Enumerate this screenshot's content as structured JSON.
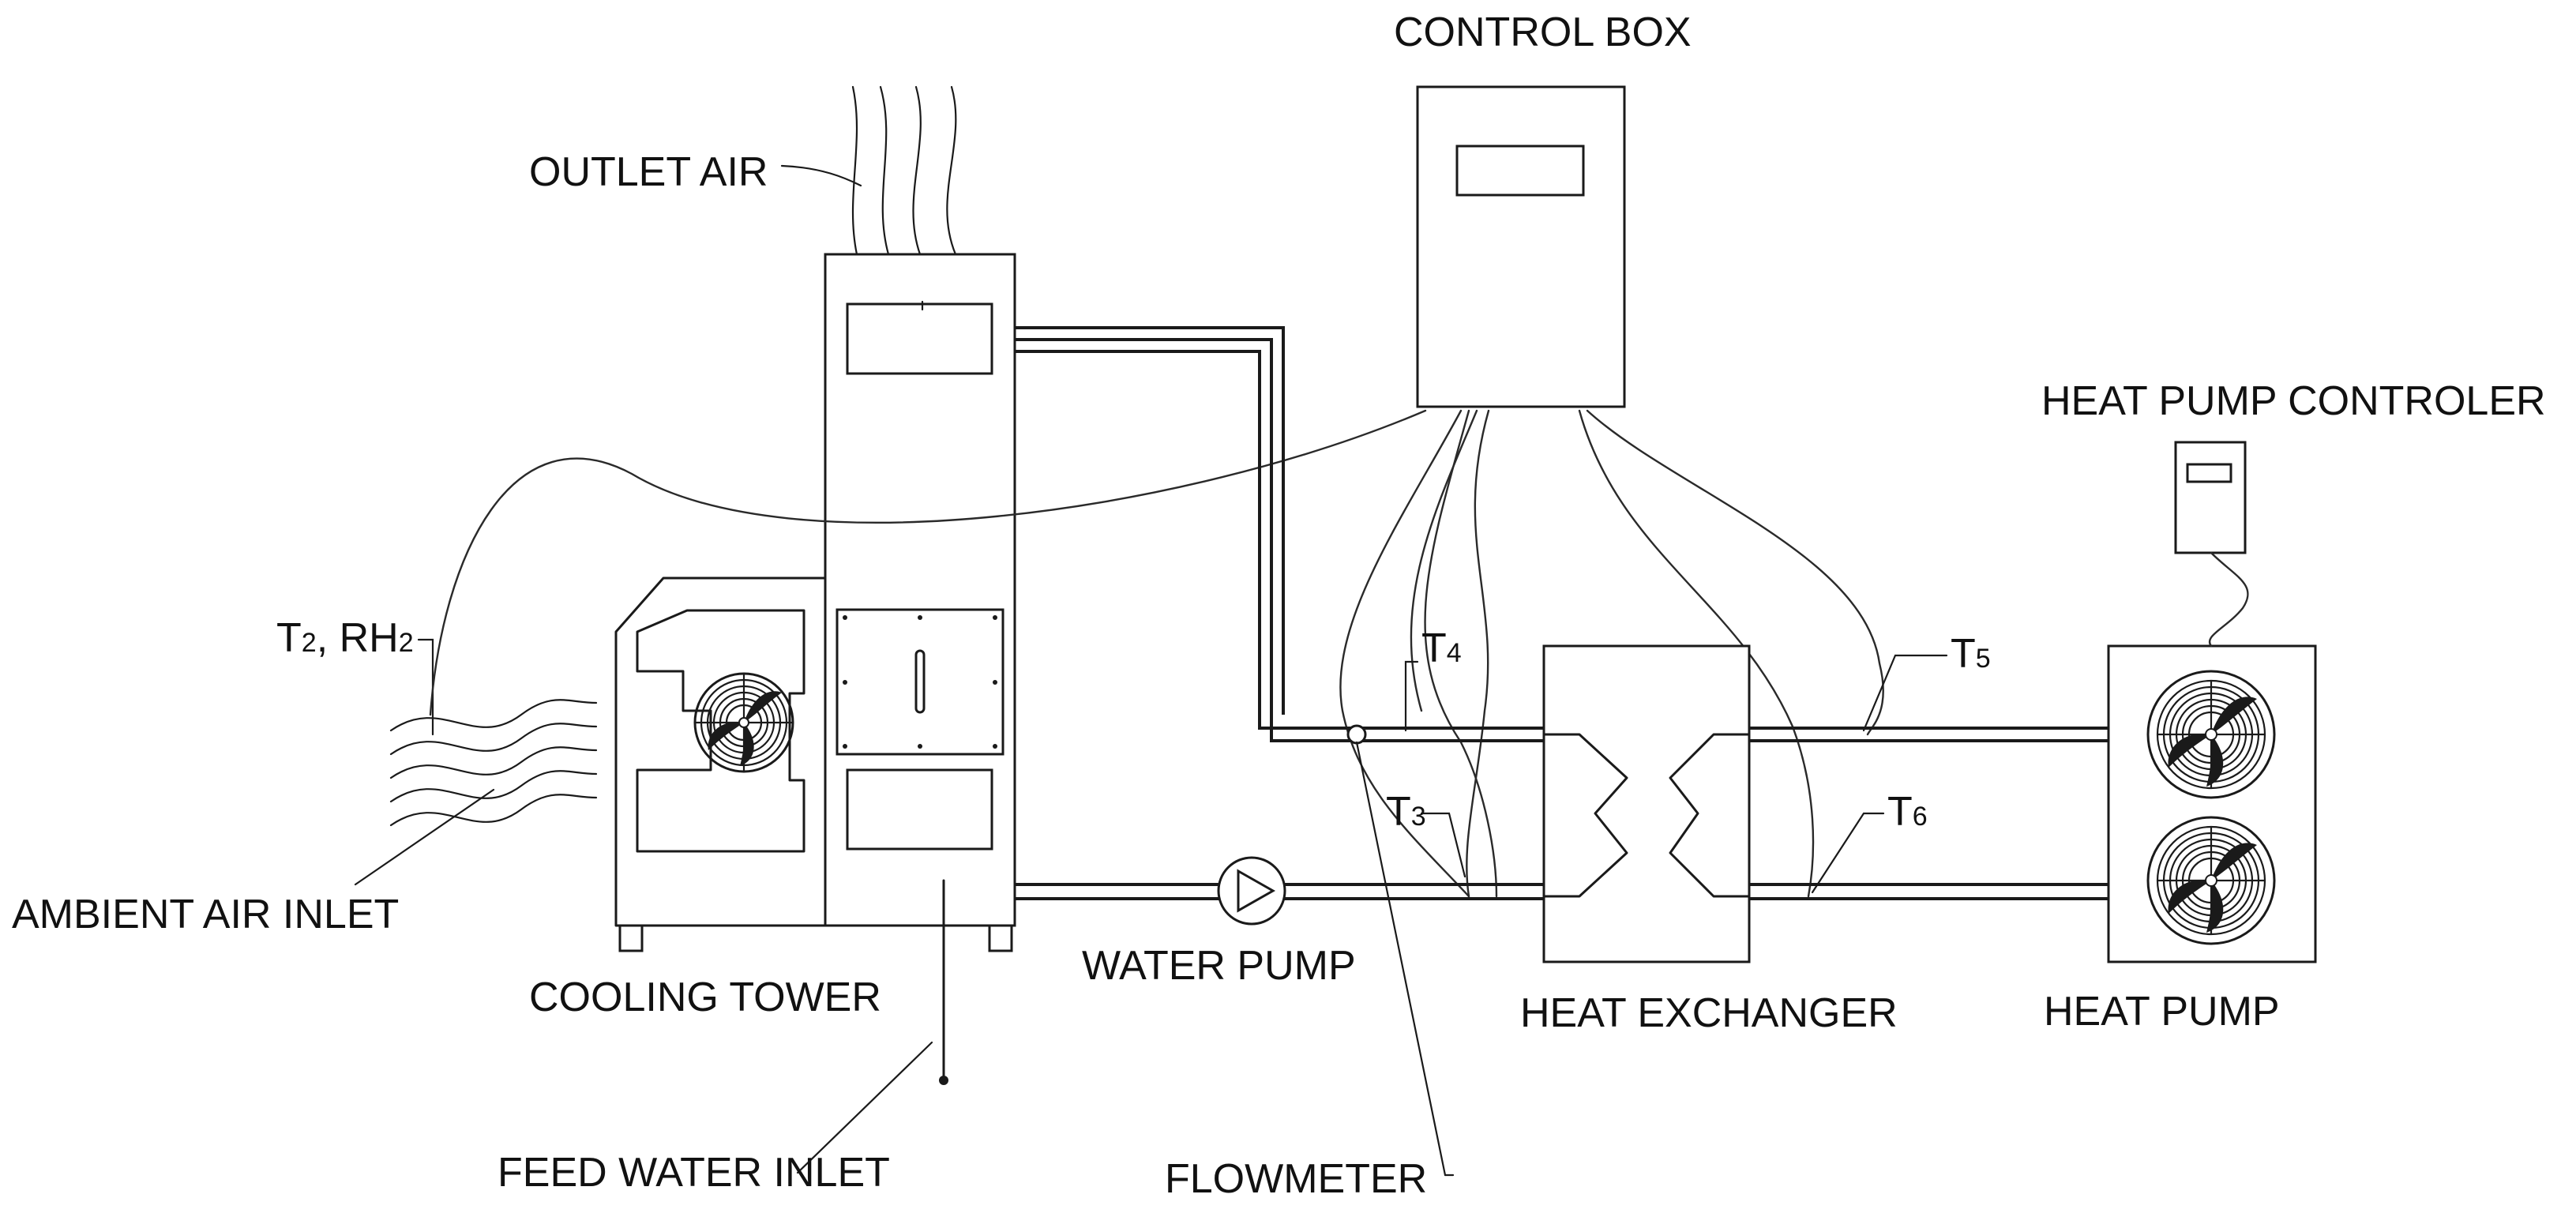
{
  "labels": {
    "control_box": "CONTROL BOX",
    "outlet_air": "OUTLET AIR",
    "heat_pump_controller": "HEAT PUMP CONTROLER",
    "t2": "T",
    "t2_sub": "2",
    "rh2_mid": ", RH",
    "rh2_sub": "2",
    "ambient_air_inlet": "AMBIENT AIR INLET",
    "cooling_tower": "COOLING TOWER",
    "water_pump": "WATER PUMP",
    "heat_exchanger": "HEAT EXCHANGER",
    "heat_pump": "HEAT PUMP",
    "feed_water_inlet": "FEED WATER INLET",
    "flowmeter": "FLOWMETER",
    "t3": "T",
    "t3_sub": "3",
    "t4": "T",
    "t4_sub": "4",
    "t5": "T",
    "t5_sub": "5",
    "t6": "T",
    "t6_sub": "6"
  },
  "icons": {
    "fan": "fan-icon",
    "pump": "pump-triangle-icon",
    "flowmeter": "flowmeter-circle-icon"
  }
}
